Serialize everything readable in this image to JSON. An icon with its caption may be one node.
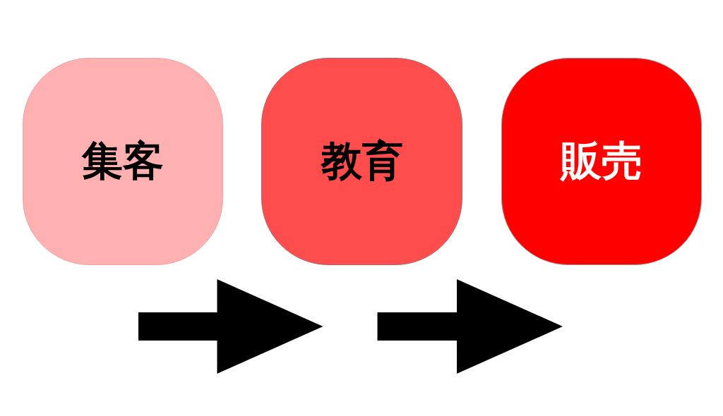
{
  "diagram": {
    "nodes": [
      {
        "text": [
          "集客"
        ]
      },
      {
        "text": [
          "教育"
        ]
      },
      {
        "text": [
          "販売"
        ]
      }
    ],
    "edges": [
      {
        "from": 0,
        "to": 1,
        "arrow": "to",
        "style": "thick"
      },
      {
        "from": 1,
        "to": 2,
        "arrow": "to",
        "style": "thick"
      }
    ]
  }
}
